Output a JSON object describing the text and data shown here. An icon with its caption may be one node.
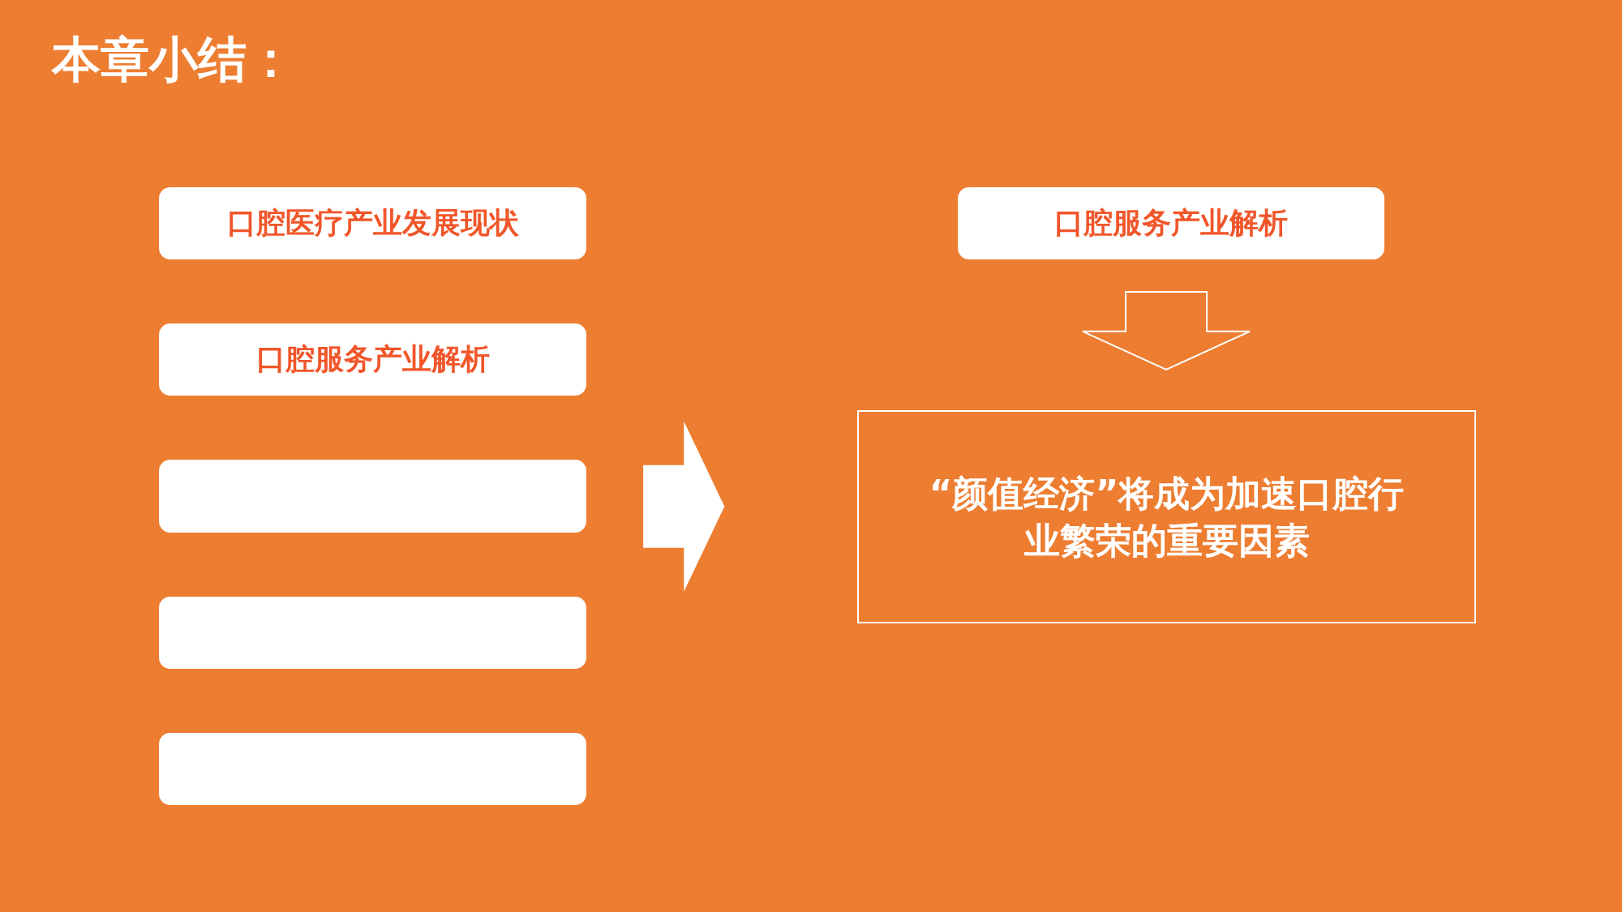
{
  "diagram": {
    "title": "本章小结：",
    "nodes": [
      {
        "text": [
          "口腔医疗产业发展现状"
        ]
      },
      {
        "text": [
          "口腔服务产业解析"
        ]
      },
      {
        "text": [],
        "shape": "box"
      },
      {
        "text": [],
        "shape": "box"
      },
      {
        "text": [],
        "shape": "box"
      },
      {
        "text": [
          "口腔服务产业解析"
        ]
      },
      {
        "text": [
          "“颜值经济”将成为加速口腔行业繁荣的重要因素"
        ]
      }
    ],
    "edges": [
      {
        "from": 2,
        "to": 6,
        "arrow": "to"
      },
      {
        "from": 5,
        "to": 6,
        "arrow": "to"
      }
    ]
  }
}
